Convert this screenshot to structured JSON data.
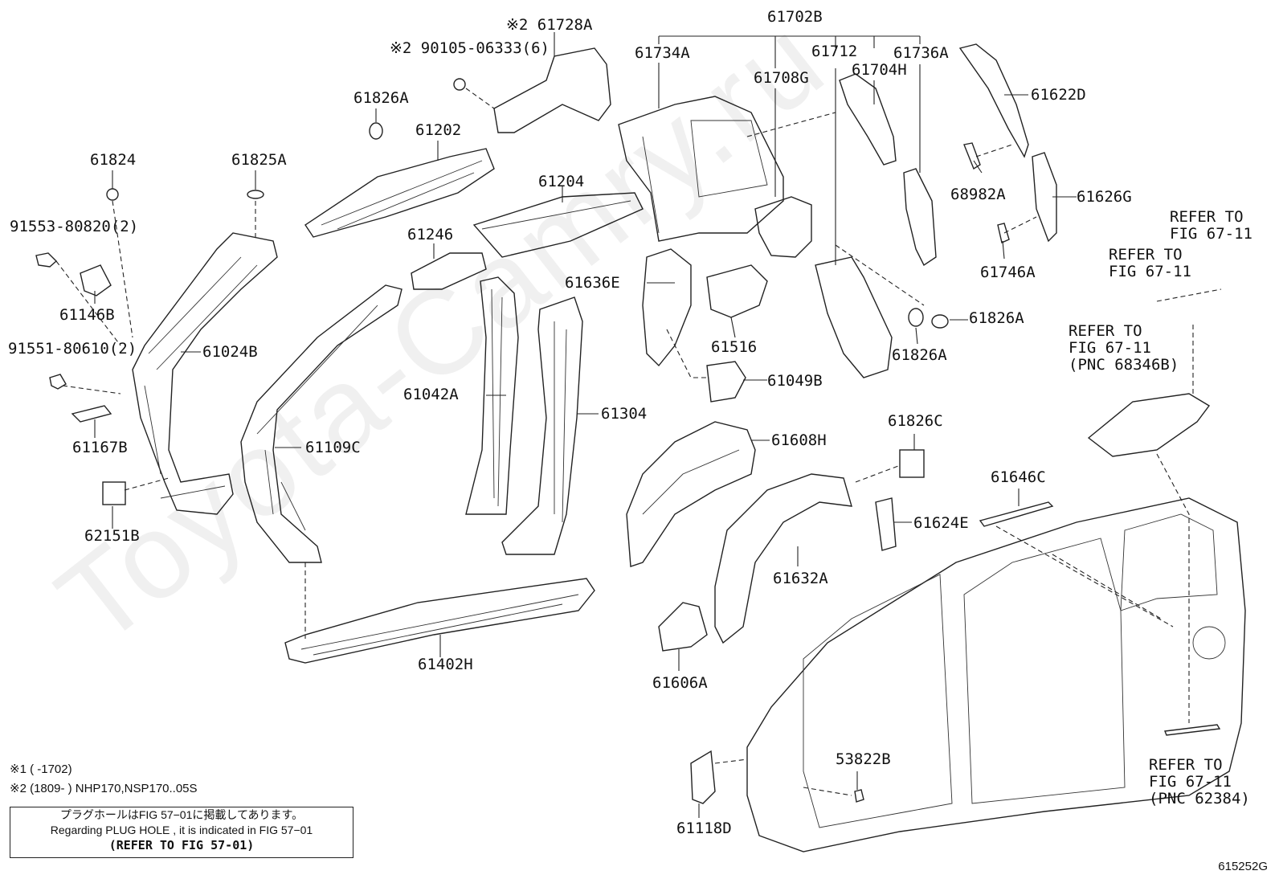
{
  "labels": {
    "p61702B": "61702B",
    "p61728A": "※2 61728A",
    "p90105": "※2 90105-06333(6)",
    "p61734A": "61734A",
    "p61712": "61712",
    "p61736A": "61736A",
    "p61704H": "61704H",
    "p61708G": "61708G",
    "p61622D": "61622D",
    "p61826A_top": "61826A",
    "p61202": "61202",
    "p61824": "61824",
    "p61825A": "61825A",
    "p91553": "91553-80820(2)",
    "p61204": "61204",
    "p68982A": "68982A",
    "p61626G": "61626G",
    "p61246": "61246",
    "p61746A": "61746A",
    "p61146B": "61146B",
    "p61636E": "61636E",
    "p61826A_r": "61826A",
    "p61826A_b": "61826A",
    "p91551": "91551-80610(2)",
    "p61024B": "61024B",
    "p61516": "61516",
    "p61049B": "61049B",
    "p61042A": "61042A",
    "p61304": "61304",
    "p61167B": "61167B",
    "p61109C": "61109C",
    "p61608H": "61608H",
    "p61826C": "61826C",
    "p61646C": "61646C",
    "p61624E": "61624E",
    "p62151B": "62151B",
    "p61632A": "61632A",
    "p61402H": "61402H",
    "p61606A": "61606A",
    "p53822B": "53822B",
    "p61118D": "61118D"
  },
  "refer": {
    "r1": [
      "REFER TO",
      "FIG 67-11"
    ],
    "r2": [
      "REFER TO",
      "FIG 67-11"
    ],
    "r3": [
      "REFER TO",
      "FIG 67-11",
      "(PNC 68346B)"
    ],
    "r4": [
      "REFER TO",
      "FIG 67-11",
      "(PNC 62384)"
    ]
  },
  "footnotes": {
    "n1": "※1 (      -1702)",
    "n2": "※2 (1809-       ) NHP170,NSP170..05S"
  },
  "note": {
    "jp": "プラグホールはFIG 57−01に掲載してあります。",
    "en": "Regarding  PLUG  HOLE , it is indicated in  FIG  57−01",
    "ref": "(REFER TO FIG 57-01)"
  },
  "figure_id": "615252G",
  "watermark": "Toyota-Camry.ru"
}
